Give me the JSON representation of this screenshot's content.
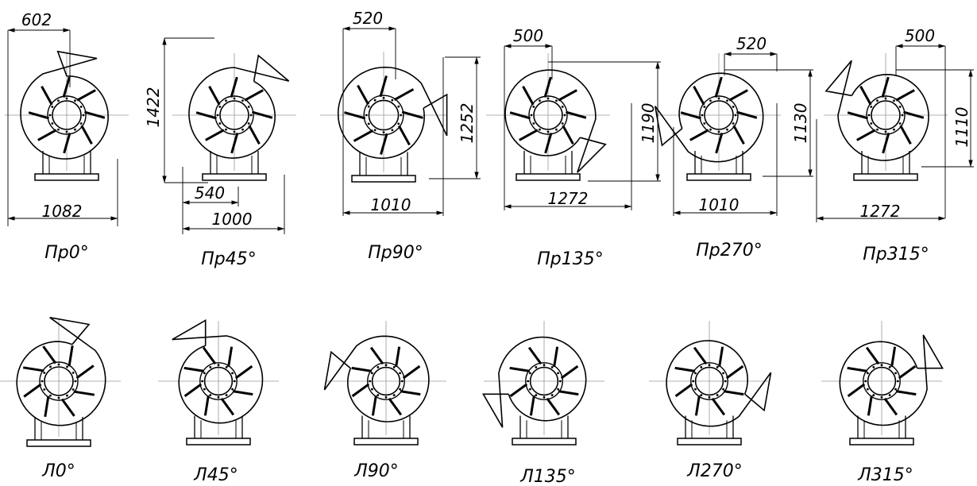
{
  "sheet": {
    "row1": [
      {
        "label": "Пр0°",
        "dims": [
          "602",
          "1082"
        ]
      },
      {
        "label": "Пр45°",
        "dims": [
          "1422",
          "540",
          "1000"
        ]
      },
      {
        "label": "Пр90°",
        "dims": [
          "520",
          "1252",
          "1010"
        ]
      },
      {
        "label": "Пр135°",
        "dims": [
          "500",
          "1190",
          "1272"
        ]
      },
      {
        "label": "Пр270°",
        "dims": [
          "520",
          "1130",
          "1010"
        ]
      },
      {
        "label": "Пр315°",
        "dims": [
          "500",
          "1110",
          "1272"
        ]
      }
    ],
    "row2": [
      {
        "label": "Л0°"
      },
      {
        "label": "Л45°"
      },
      {
        "label": "Л90°"
      },
      {
        "label": "Л135°"
      },
      {
        "label": "Л270°"
      },
      {
        "label": "Л315°"
      }
    ]
  },
  "colors": {
    "line": "#000000",
    "axis": "#999999",
    "background": "#ffffff"
  },
  "icon": "centrifugal-fan-outline"
}
